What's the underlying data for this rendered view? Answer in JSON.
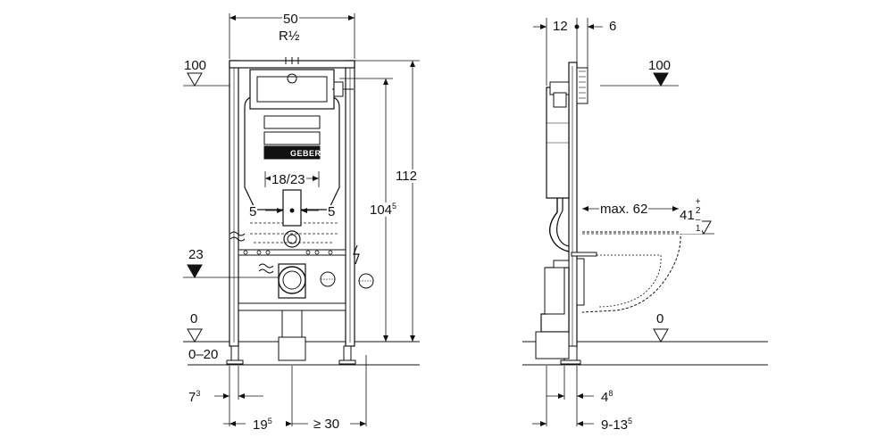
{
  "brand": "GEBERIT",
  "front_view": {
    "dims": {
      "width": "50",
      "connection": "R½",
      "level_top": "100",
      "height_total": "112",
      "height_104_main": "104",
      "height_104_sup": "5",
      "flush_span": "18/23",
      "offset_left": "5",
      "offset_right": "5",
      "level_23": "23",
      "level_0": "0",
      "floor_range": "0–20",
      "foot_7_main": "7",
      "foot_7_sup": "3",
      "foot_19_main": "19",
      "foot_19_sup": "5",
      "side_min": "≥ 30"
    }
  },
  "side_view": {
    "dims": {
      "depth_12": "12",
      "depth_6": "6",
      "level_top": "100",
      "max_label": "max. 62",
      "bowl_41": "41",
      "tol_plus": "+",
      "tol_upper": "2",
      "tol_minus": "–",
      "tol_lower": "1",
      "level_0": "0",
      "foot_4_main": "4",
      "foot_4_sup": "8",
      "foot_9_main": "9-13",
      "foot_9_sup": "5"
    }
  }
}
